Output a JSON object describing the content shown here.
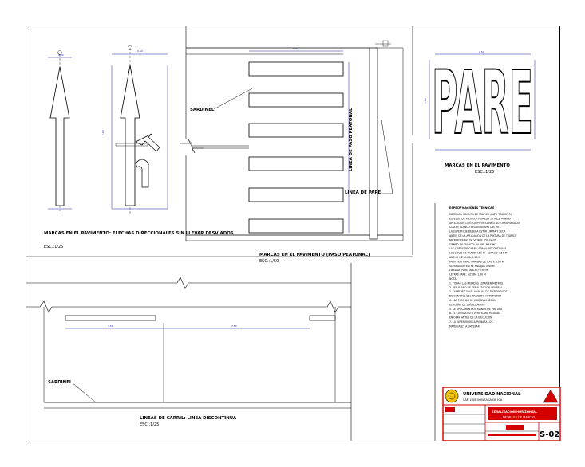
{
  "drawing": {
    "arrows_label": "MARCAS EN EL PAVIMENTO: FLECHAS DIRECCIONALES SIN LLEVAR DESVIADOS",
    "arrows_scale": "ESC.:1/25",
    "crosswalk_label": "MARCAS EN EL PAVIMENTO (PASO PEATONAL)",
    "crosswalk_scale": "ESC.:1/50",
    "sardinel_label": "SARDINEL",
    "paso_peatonal_label": "LINEA DE PASO PEATONAL",
    "linea_pare_label": "LINEA DE PARE",
    "pare_word": "PARE",
    "pare_label": "MARCAS EN EL PAVIMENTO",
    "pare_scale": "ESC.:1/25",
    "lane_label": "LINEAS DE CARRIL: LINEA DISCONTINUA",
    "lane_scale": "ESC.:1/25",
    "sardinel_lane_label": "SARDINEL"
  },
  "notes": {
    "heading": "ESPECIFICACIONES TECNICAS",
    "lines": [
      "MATERIAL: PINTURA DE TRAFICO (ALTO TRANSITO)",
      "ESPESOR DE PELICULA HUMEDA 15 MILS. MINIMO",
      "APLICACION CON EQUIPO MECANICO AUTOPROPULSADO",
      "COLOR: BLANCO SEGUN NORMA DEL MTC",
      "LA SUPERFICIE DEBERA ESTAR LIMPIA Y SECA",
      "ANTES DE LA APLICACION DE LA PINTURA DE TRAFICO",
      "MICROESFERAS DE VIDRIO: 250 GR/LT",
      "TIEMPO DE SECADO: 20 MIN. MAXIMO",
      "LAS LINEAS DE CARRIL SERAN DISCONTINUAS",
      "LONGITUD DE TRAZO 4.50 M - ESPACIO 7.50 M",
      "ANCHO DE LINEA: 0.10 M",
      "PASO PEATONAL: FRANJAS DE 0.40 X 3.00 M",
      "SEPARACION ENTRE FRANJAS 0.40 M",
      "LINEA DE PARE: ANCHO 0.50 M",
      "LETRAS PARE: ALTURA 1.60 M",
      "NOTA:",
      "1. TODAS LAS MEDIDAS ESTAN EN METROS",
      "2. VER PLANO DE SEÑALIZACION GENERAL",
      "3. CUMPLIR CON EL MANUAL DE DISPOSITIVOS",
      "   DE CONTROL DEL TRANSITO AUTOMOTOR",
      "4. LAS FLECHAS SE UBICARAN SEGUN",
      "   EL PLANO DE SEÑALIZACION",
      "5. SE APLICARAN DOS MANOS DE PINTURA",
      "6. EL CONTRATISTA VERIFICARA MEDIDAS",
      "   EN OBRA ANTES DE LA EJECUCION",
      "7. LA SUPERVISION APROBARA LOS",
      "   MATERIALES A EMPLEAR"
    ]
  },
  "title_block": {
    "university": "UNIVERSIDAD NACIONAL",
    "university_sub": "SAN LUIS GONZAGA DE ICA",
    "project": "SEÑALIZACION HORIZONTAL",
    "project_sub": "DETALLES DE MARCAS",
    "sheet": "S-02",
    "colors": {
      "border": "#d40000",
      "band": "#d40000",
      "seal": "#f2c200"
    }
  },
  "dimensions": {
    "arrow_top": "0.20",
    "arrow_width": "0.50",
    "arrow_height": "5.00",
    "crosswalk_width": "3.00",
    "lane_dash": "4.50",
    "lane_gap": "7.50",
    "pare_width": "2.50",
    "pare_height": "1.60"
  },
  "colors": {
    "line": "#000000",
    "dimension": "#1a1aa8",
    "frame": "#000000"
  }
}
